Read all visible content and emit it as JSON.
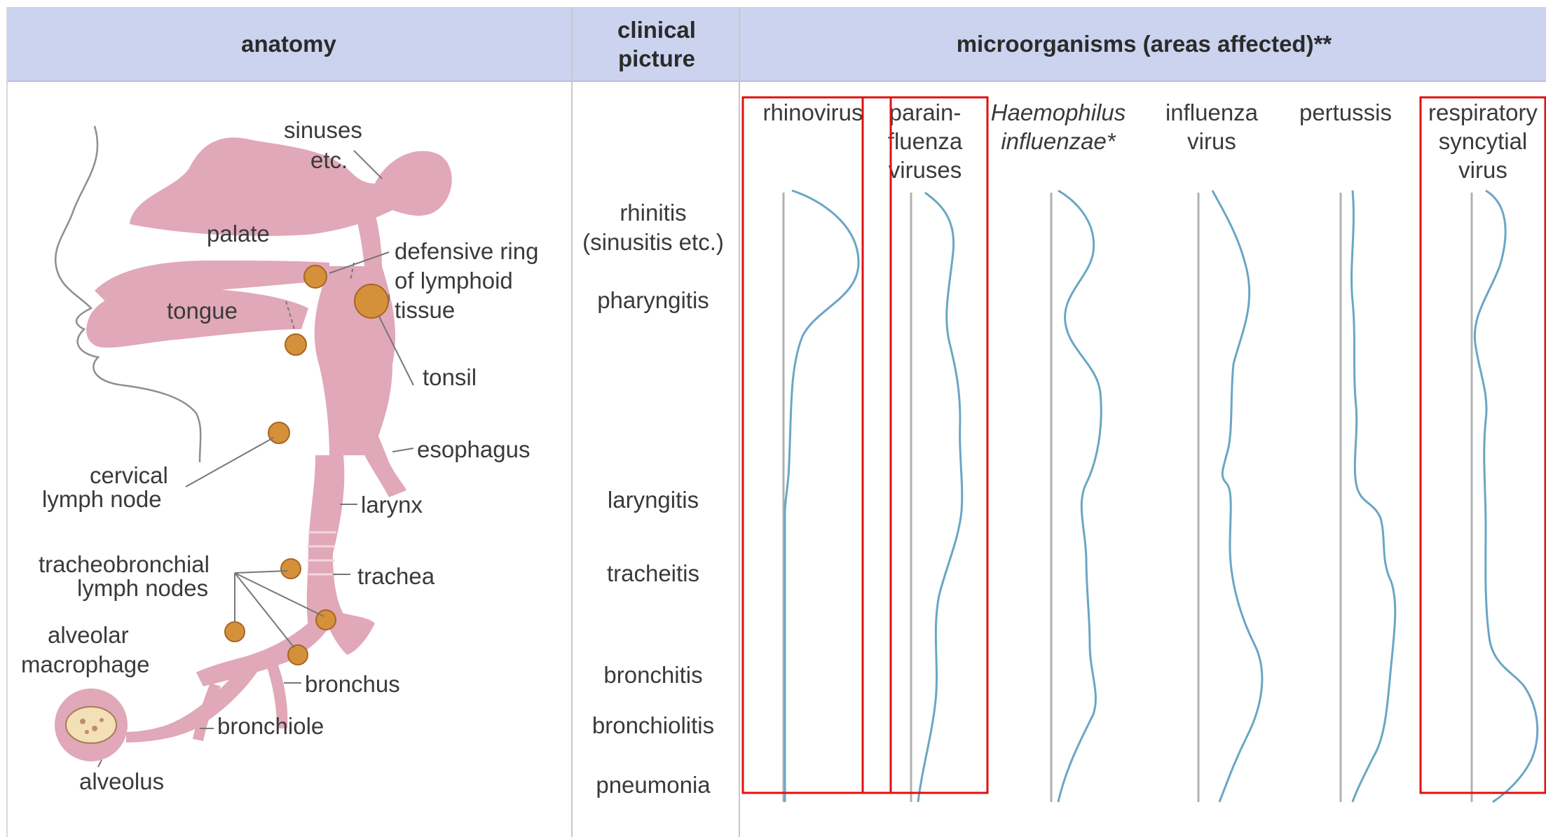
{
  "header": {
    "anatomy": "anatomy",
    "clinical_line1": "clinical",
    "clinical_line2": "picture",
    "microorganisms": "microorganisms (areas affected)**"
  },
  "anatomy_labels": {
    "sinuses": "sinuses",
    "etc": "etc.",
    "palate": "palate",
    "defensive1": "defensive ring",
    "defensive2": "of lymphoid",
    "defensive3": "tissue",
    "tongue": "tongue",
    "tonsil": "tonsil",
    "esophagus": "esophagus",
    "cervical1": "cervical",
    "cervical2": "lymph node",
    "larynx": "larynx",
    "tracheo1": "tracheobronchial",
    "tracheo2": "lymph nodes",
    "trachea": "trachea",
    "alveolar1": "alveolar",
    "alveolar2": "macrophage",
    "bronchus": "bronchus",
    "bronchiole": "bronchiole",
    "alveolus": "alveolus"
  },
  "clinical": {
    "rhinitis": "rhinitis",
    "sinusitis": "(sinusitis etc.)",
    "pharyngitis": "pharyngitis",
    "laryngitis": "laryngitis",
    "tracheitis": "tracheitis",
    "bronchitis": "bronchitis",
    "bronchiolitis": "bronchiolitis",
    "pneumonia": "pneumonia"
  },
  "organisms": {
    "rhino": "rhinovirus",
    "para1": "parain-",
    "para2": "fluenza",
    "para3": "viruses",
    "haemo1": "Haemophilus",
    "haemo2": "influenzae*",
    "flu1": "influenza",
    "flu2": "virus",
    "pert": "pertussis",
    "rsv1": "respiratory",
    "rsv2": "syncytial",
    "rsv3": "virus"
  },
  "colors": {
    "header_bg": "#cbd3ef",
    "anatomy_pink": "#e0a8b8",
    "lymph_orange": "#d4913a",
    "curve_blue": "#6aa6c4",
    "highlight_red": "#e01010"
  }
}
